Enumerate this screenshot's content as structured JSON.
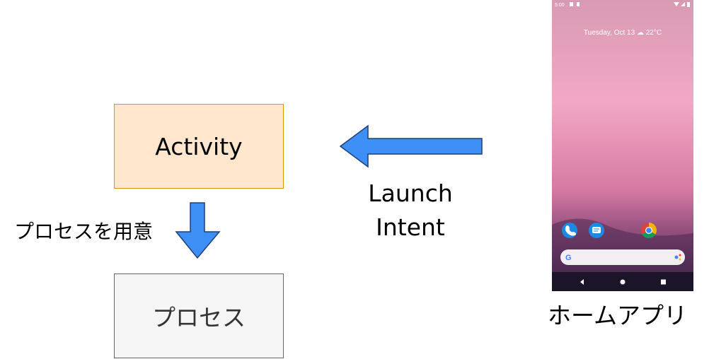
{
  "nodes": {
    "activity": "Activity",
    "process": "プロセス"
  },
  "edges": {
    "launch_intent": [
      "Launch",
      "Intent"
    ],
    "prepare_process": "プロセスを用意"
  },
  "phone": {
    "label": "ホームアプリ",
    "status_time": "5:00",
    "date_weather": "Tuesday, Oct 13 ☁ 22°C",
    "search_letter": "G"
  },
  "colors": {
    "activity_fill": "#ffe6cc",
    "activity_border": "#d79b00",
    "process_fill": "#f5f5f5",
    "process_border": "#666666",
    "arrow_fill": "#3d8ff5",
    "arrow_stroke": "#1f3f7a"
  }
}
